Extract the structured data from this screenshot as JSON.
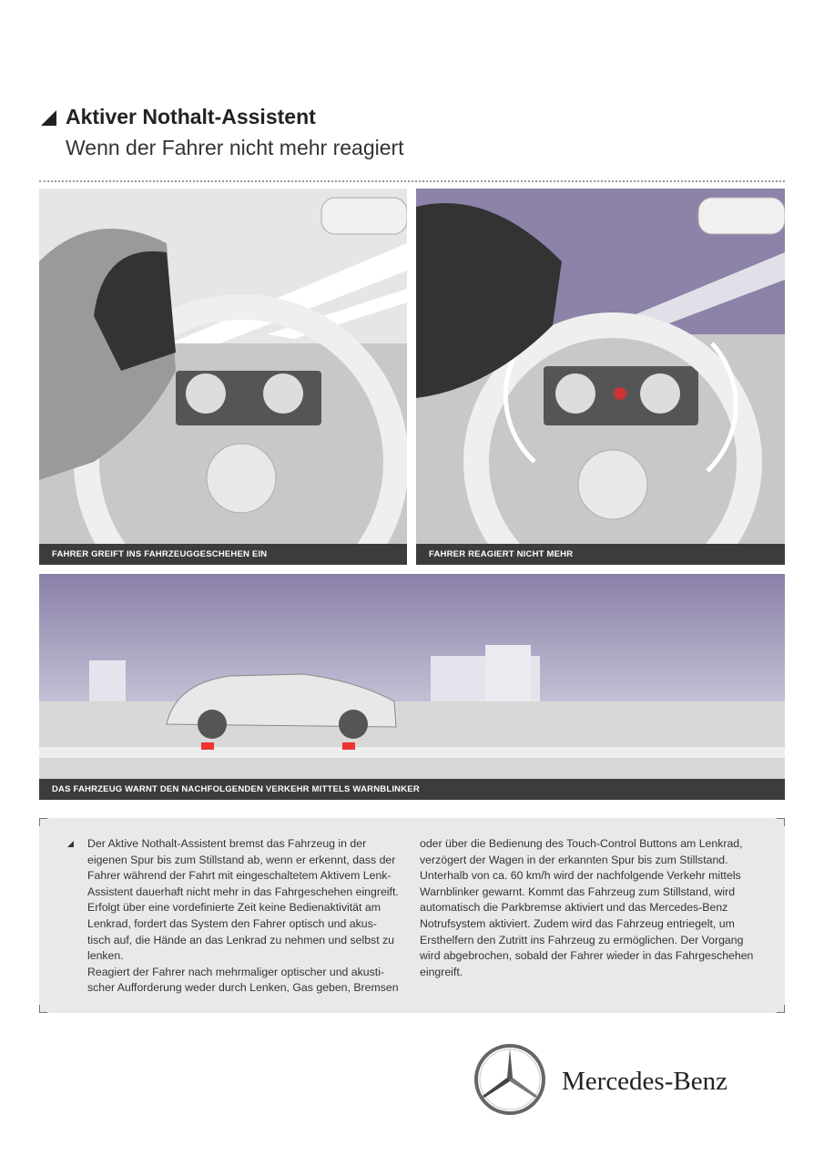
{
  "header": {
    "title": "Aktiver Nothalt-Assistent",
    "subtitle": "Wenn der Fahrer nicht mehr reagiert"
  },
  "panels": [
    {
      "caption": "FAHRER GREIFT INS FAHRZEUGGESCHEHEN EIN"
    },
    {
      "caption": "FAHRER REAGIERT NICHT MEHR"
    },
    {
      "caption": "DAS FAHRZEUG WARNT DEN NACHFOLGENDEN VERKEHR MITTELS WARNBLINKER"
    }
  ],
  "body": {
    "left_lines": [
      "Der Aktive Nothalt-Assistent bremst das Fahrzeug in der",
      "eigenen Spur bis zum Stillstand ab, wenn er erkennt, dass der",
      "Fahrer während der Fahrt mit eingeschaltetem Aktivem Lenk-",
      "Assistent dauerhaft nicht mehr in das Fahrgeschehen eingreift.",
      "Erfolgt über eine vordefinierte Zeit keine Bedienaktivität am",
      "Lenkrad, fordert das System den Fahrer optisch und akus-",
      "tisch auf, die Hände an das Lenkrad zu nehmen und selbst zu",
      "lenken.",
      "Reagiert der Fahrer nach mehrmaliger optischer und akusti-",
      "scher Aufforderung weder durch Lenken, Gas geben, Bremsen"
    ],
    "right_lines": [
      "oder über die Bedienung des Touch-Control Buttons am Lenkrad,",
      "verzögert der Wagen in der erkannten Spur bis zum Stillstand.",
      "Unterhalb von ca. 60 km/h wird der nachfolgende Verkehr mittels",
      "Warnblinker gewarnt. Kommt das Fahrzeug zum Stillstand, wird",
      "automatisch die Parkbremse aktiviert und das Mercedes-Benz",
      "Notrufsystem aktiviert. Zudem wird das Fahrzeug entriegelt, um",
      "Ersthelfern den Zutritt ins Fahrzeug zu ermöglichen. Der Vorgang",
      "wird abgebrochen, sobald der Fahrer wieder in das Fahrgeschehen",
      "eingreift."
    ]
  },
  "logo": {
    "brand": "Mercedes-Benz"
  },
  "colors": {
    "caption_bg": "#3c3c3c",
    "sky_purple": "#8a80a8",
    "textbox_bg": "#e9e9e9"
  }
}
